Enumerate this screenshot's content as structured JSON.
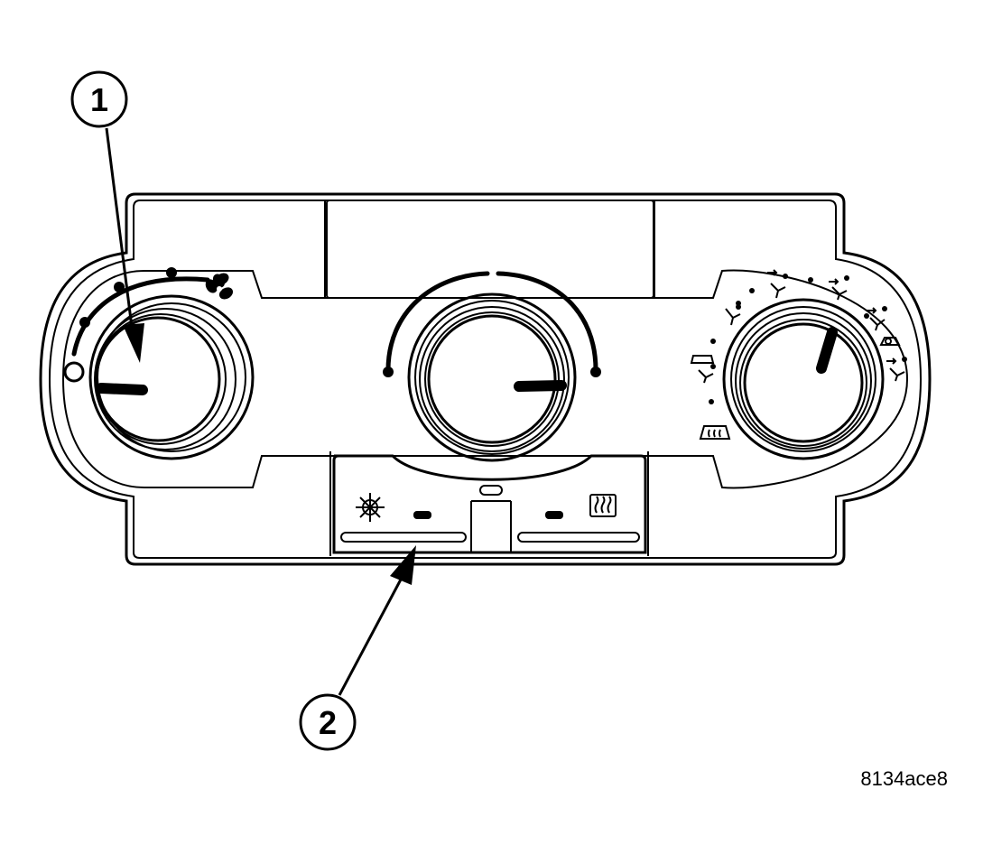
{
  "callouts": [
    {
      "id": "1",
      "label": "1"
    },
    {
      "id": "2",
      "label": "2"
    }
  ],
  "figure_code": "8134ace8",
  "icons": {
    "blower": "fan-icon",
    "off": "off-circle-icon",
    "ac": "snowflake-icon",
    "rear_defrost": "rear-defrost-icon",
    "mode_positions": [
      "panel-mode-icon",
      "bi-level-mode-icon",
      "floor-mode-icon",
      "mix-mode-icon",
      "defrost-mode-icon",
      "recirc-mode-icon"
    ]
  },
  "colors": {
    "line": "#000000",
    "background": "#ffffff"
  }
}
